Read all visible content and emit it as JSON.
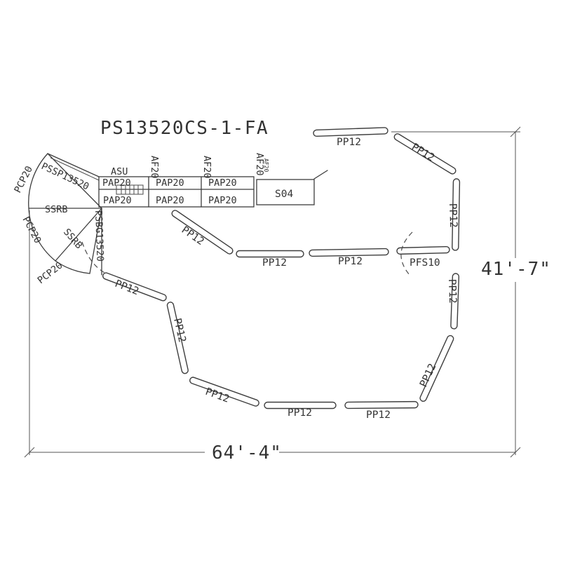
{
  "diagram": {
    "title": "PS13520CS-1-FA",
    "dim_width": "64'-4\"",
    "dim_height": "41'-7\"",
    "parts": {
      "pp12": "PP12",
      "pap20": "PAP20",
      "af20": "AF20",
      "asu": "ASU",
      "ssrb": "SSRB",
      "pcp20": "PCP20",
      "pssp13520": "PSSP13520",
      "psbg13520": "PSBG13520",
      "pfs10": "PFS10",
      "s04": "S04"
    }
  }
}
